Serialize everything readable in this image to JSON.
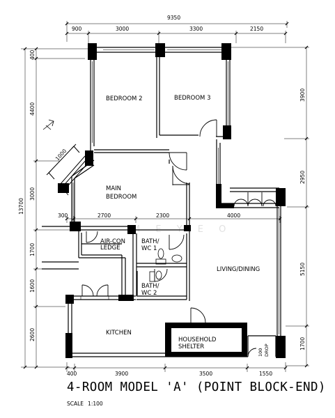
{
  "title": "4-ROOM MODEL 'A' (POINT BLOCK-END)",
  "scale": {
    "label": "SCALE",
    "value": "1:100"
  },
  "watermark": "M E Y E O",
  "rooms": {
    "bedroom2": "BEDROOM 2",
    "bedroom3": "BEDROOM 3",
    "master_line1": "MAIN",
    "master_line2": "BEDROOM",
    "aircon_line1": "AIR-CON",
    "aircon_line2": "LEDGE",
    "bath1_line1": "BATH/",
    "bath1_line2": "WC 1",
    "bath2_line1": "BATH/",
    "bath2_line2": "WC 2",
    "living": "LIVING/DINING",
    "kitchen": "KITCHEN",
    "shelter_line1": "HOUSEHOLD",
    "shelter_line2": "SHELTER",
    "refuse_line1": "100",
    "refuse_line2": "DROP"
  },
  "dimensions": {
    "top_total": "9350",
    "top": [
      "900",
      "3000",
      "3300",
      "2150"
    ],
    "left_total": "13700",
    "left": [
      "400",
      "4400",
      "3000",
      "1700",
      "1600",
      "2600"
    ],
    "right": [
      "3900",
      "2950",
      "5150",
      "1700"
    ],
    "mid_row": [
      "300",
      "2700",
      "2300",
      "4000"
    ],
    "bottom": [
      "400",
      "3900",
      "3500",
      "1550"
    ],
    "bay_window": "1000"
  }
}
